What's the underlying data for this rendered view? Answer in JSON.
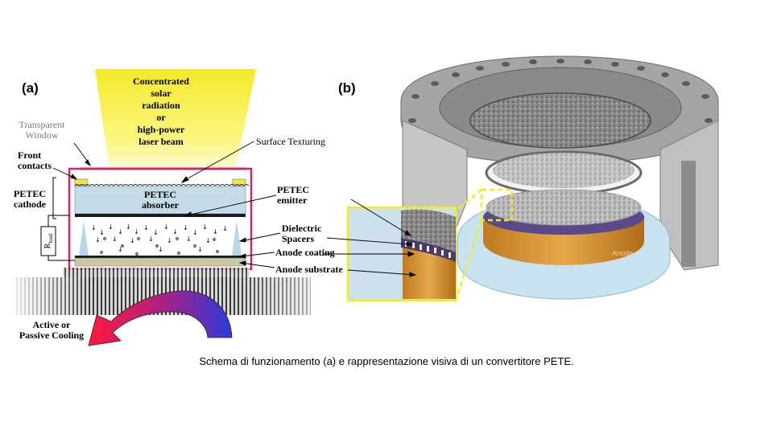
{
  "panel_a": {
    "tag": "(a)",
    "beam_lines": [
      "Concentrated",
      "solar",
      "radiation",
      "or",
      "high-power",
      "laser beam"
    ],
    "transparent_window": [
      "Transparent",
      "Window"
    ],
    "front_contacts": [
      "Front",
      "contacts"
    ],
    "petec_cathode": [
      "PETEC",
      "cathode"
    ],
    "surface_texturing": "Surface Texturing",
    "absorber": [
      "PETEC",
      "absorber"
    ],
    "emitter": [
      "PETEC",
      "emitter"
    ],
    "dielectric_spacers": [
      "Dielectric",
      "Spacers"
    ],
    "anode_coating": "Anode coating",
    "anode_substrate": "Anode substrate",
    "r_load": "R",
    "r_load_sub": "load",
    "cooling": [
      "Active or",
      "Passive Cooling"
    ]
  },
  "panel_b": {
    "tag": "(b)",
    "anode_text": "Anode"
  },
  "caption": "Schema di funzionamento (a) e rappresentazione visiva di un convertitore PETE.",
  "colors": {
    "beam": "#f7ee3a",
    "frame": "#d8226e",
    "absorber": "#c4dbe8",
    "anode": "#d7973a",
    "highlight": "#f2ec1c"
  }
}
